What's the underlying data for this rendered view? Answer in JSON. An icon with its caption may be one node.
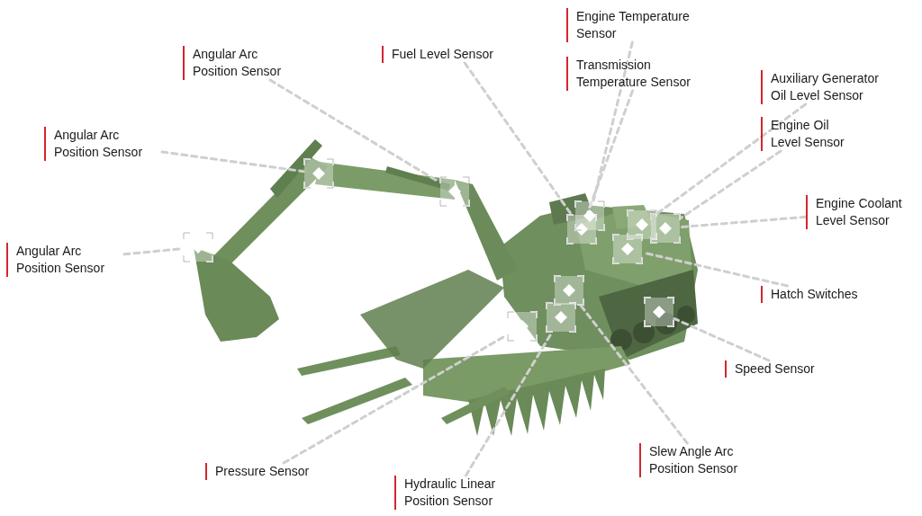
{
  "diagram": {
    "nodes": [
      {
        "text": [
          "Engine Temperature Sensor"
        ]
      },
      {
        "text": [
          "Angular Arc Position Sensor"
        ]
      },
      {
        "text": [
          "Fuel Level Sensor"
        ]
      },
      {
        "text": [
          "Transmission Temperature Sensor"
        ]
      },
      {
        "text": [
          "Auxiliary Generator Oil Level Sensor"
        ]
      },
      {
        "text": [
          "Engine Oil Level Sensor"
        ]
      },
      {
        "text": [
          "Angular Arc Position Sensor"
        ]
      },
      {
        "text": [
          "Engine Coolant Level Sensor"
        ]
      },
      {
        "text": [
          "Angular Arc Position Sensor"
        ]
      },
      {
        "text": [
          "Hatch Switches"
        ]
      },
      {
        "text": [
          "Speed Sensor"
        ]
      },
      {
        "text": [
          "Slew Angle Arc Position Sensor"
        ]
      },
      {
        "text": [
          "Pressure Sensor"
        ]
      },
      {
        "text": [
          "Hydraulic Linear Position Sensor"
        ]
      },
      {
        "text": [],
        "shape": "box"
      },
      {
        "text": [],
        "shape": "box"
      },
      {
        "text": [],
        "shape": "box"
      },
      {
        "text": [],
        "shape": "box"
      },
      {
        "text": [],
        "shape": "box"
      },
      {
        "text": [],
        "shape": "box"
      },
      {
        "text": [],
        "shape": "box"
      },
      {
        "text": [],
        "shape": "box"
      },
      {
        "text": [],
        "shape": "box"
      },
      {
        "text": [],
        "shape": "box"
      },
      {
        "text": [],
        "shape": "box"
      },
      {
        "text": [],
        "shape": "box"
      }
    ],
    "edges": [
      {
        "from": 0,
        "to": 21,
        "arrow": "none"
      },
      {
        "from": 1,
        "to": 16,
        "arrow": "none"
      },
      {
        "from": 2,
        "to": 20,
        "arrow": "none"
      },
      {
        "from": 3,
        "to": 20,
        "arrow": "none"
      },
      {
        "from": 4,
        "to": 23,
        "arrow": "none"
      },
      {
        "from": 5,
        "to": 25,
        "arrow": "none"
      },
      {
        "from": 6,
        "to": 15,
        "arrow": "none"
      },
      {
        "from": 7,
        "to": 25,
        "arrow": "none"
      },
      {
        "from": 8,
        "to": 14,
        "arrow": "none"
      },
      {
        "from": 9,
        "to": 22,
        "arrow": "none"
      },
      {
        "from": 10,
        "to": 24,
        "arrow": "none"
      },
      {
        "from": 11,
        "to": 19,
        "arrow": "none"
      },
      {
        "from": 12,
        "to": 17,
        "arrow": "none"
      },
      {
        "from": 13,
        "to": 18,
        "arrow": "none"
      }
    ]
  }
}
